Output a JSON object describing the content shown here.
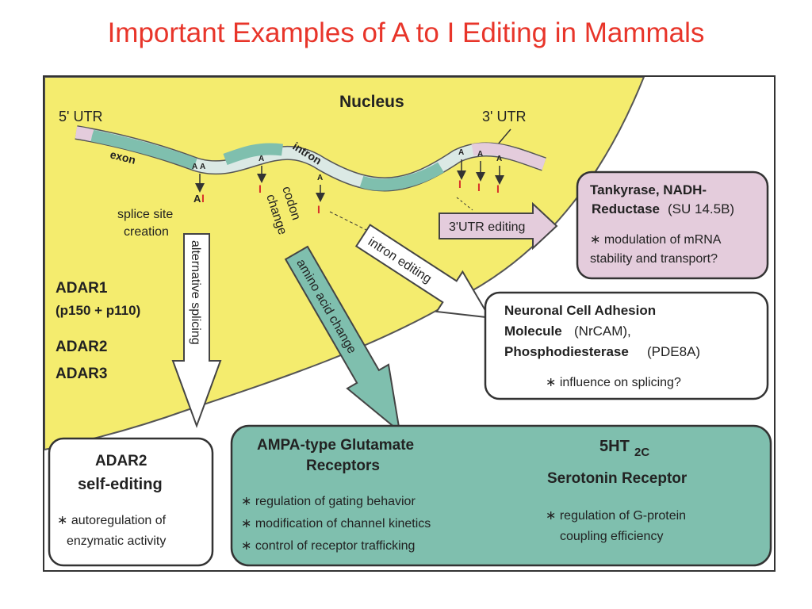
{
  "title": "Important Examples of A to I Editing in Mammals",
  "diagram": {
    "nucleus_label": "Nucleus",
    "utr5_label": "5' UTR",
    "utr3_label": "3' UTR",
    "exon_label": "exon",
    "intron_label": "intron",
    "base_a": "A",
    "base_i": "I",
    "splice_site_line1": "splice site",
    "splice_site_line2": "creation",
    "codon_line1": "codon",
    "codon_line2": "change",
    "adar_list": [
      "ADAR1",
      "(p150 + p110)",
      "ADAR2",
      "ADAR3"
    ],
    "arrows": {
      "utr3_editing": "3'UTR editing",
      "intron_editing": "intron editing",
      "alternative_splicing": "alternative splicing",
      "amino_acid_change": "amino acid change"
    },
    "box_tankyrase": {
      "title_line1": "Tankyrase, NADH-",
      "title_line2_bold": "Reductase",
      "title_line2_rest": "(SU 14.5B)",
      "note_line1": "∗ modulation of mRNA",
      "note_line2": "stability and transport?"
    },
    "box_neuronal": {
      "line1": "Neuronal Cell Adhesion",
      "line2_bold": "Molecule",
      "line2_rest": "(NrCAM),",
      "line3_bold": "Phosphodiesterase",
      "line3_rest": "(PDE8A)",
      "note": "∗ influence on splicing?"
    },
    "box_adar2": {
      "line1": "ADAR2",
      "line2": "self-editing",
      "note_line1": "∗ autoregulation of",
      "note_line2": "enzymatic activity"
    },
    "box_ampa": {
      "title_line1": "AMPA-type Glutamate",
      "title_line2": "Receptors",
      "notes": [
        "∗ regulation of gating behavior",
        "∗ modification of channel kinetics",
        "∗ control of receptor trafficking"
      ]
    },
    "box_5ht": {
      "title_main": "5HT",
      "title_sub": "2C",
      "title_line2": "Serotonin Receptor",
      "note_line1": "∗ regulation of G-protein",
      "note_line2": "coupling efficiency"
    },
    "colors": {
      "nucleus": "#f4ec6e",
      "teal": "#7fbfae",
      "pink": "#e4ccdc",
      "red_i": "#d8322a",
      "title": "#e8352a"
    }
  }
}
